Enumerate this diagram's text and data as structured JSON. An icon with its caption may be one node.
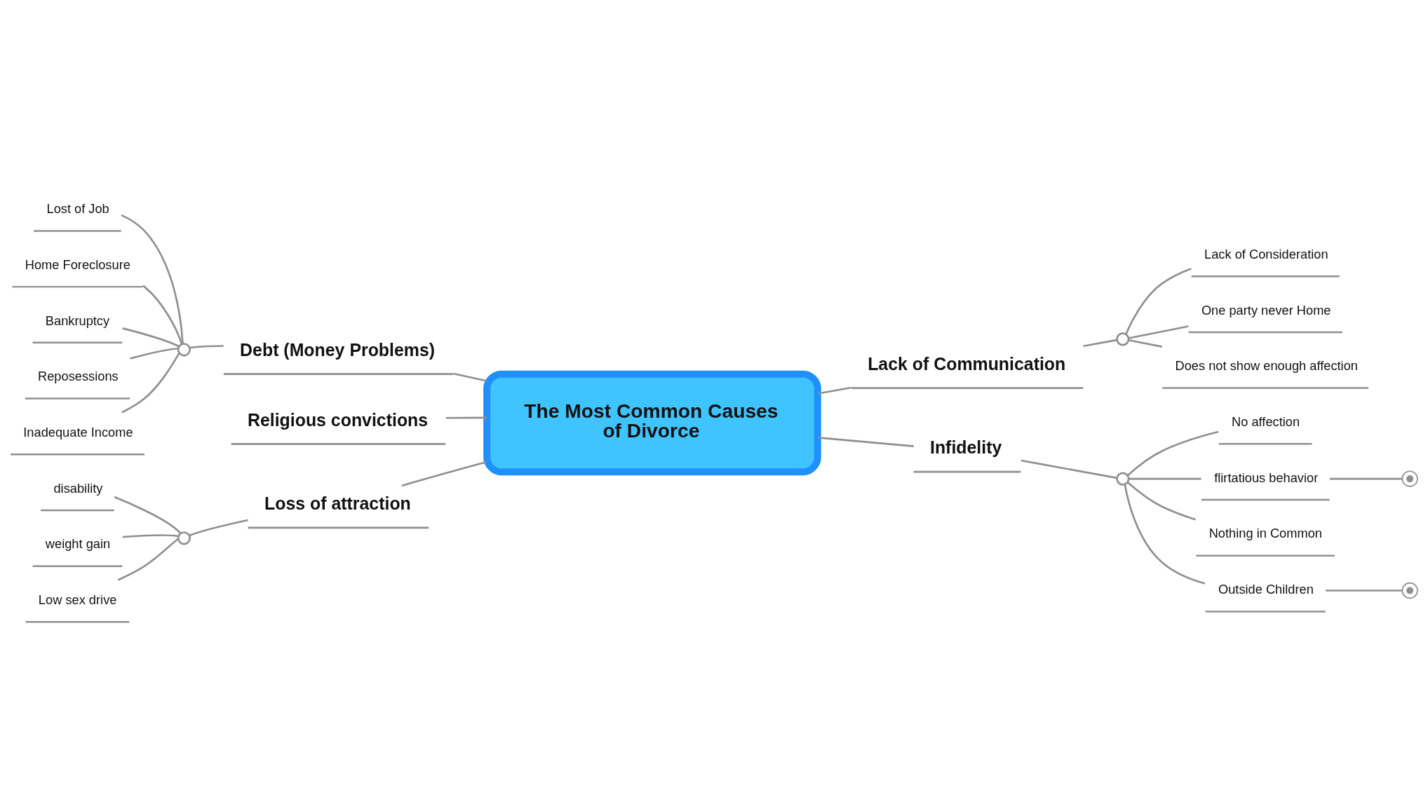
{
  "diagram": {
    "nodes": [
      {
        "text": [
          "The Most Common Causes of Divorce"
        ]
      },
      {
        "text": [
          "Debt (Money Problems)"
        ]
      },
      {
        "text": [],
        "shape": "circle"
      },
      {
        "text": [
          "Lost of Job"
        ]
      },
      {
        "text": [
          "Home Foreclosure"
        ]
      },
      {
        "text": [
          "Bankruptcy"
        ]
      },
      {
        "text": [
          "Reposessions"
        ]
      },
      {
        "text": [
          "Inadequate Income"
        ]
      },
      {
        "text": [
          "Lack of Communication"
        ]
      },
      {
        "text": [],
        "shape": "circle"
      },
      {
        "text": [
          "Lack of Consideration"
        ]
      },
      {
        "text": [
          "One party never Home"
        ]
      },
      {
        "text": [
          "Does not show enough affection"
        ]
      },
      {
        "text": [
          "Religious convictions"
        ]
      },
      {
        "text": [
          "Infidelity"
        ]
      },
      {
        "text": [],
        "shape": "circle"
      },
      {
        "text": [
          "No affection"
        ]
      },
      {
        "text": [
          "flirtatious behavior"
        ]
      },
      {
        "text": [],
        "shape": "circle"
      },
      {
        "text": [
          "Nothing in Common"
        ]
      },
      {
        "text": [
          "Outside Children"
        ]
      },
      {
        "text": [],
        "shape": "circle"
      },
      {
        "text": [
          "Loss of attraction"
        ]
      },
      {
        "text": [],
        "shape": "circle"
      },
      {
        "text": [
          "disability"
        ]
      },
      {
        "text": [
          "weight gain"
        ]
      },
      {
        "text": [
          "Low sex drive"
        ]
      }
    ],
    "edges": [
      {
        "from": 0,
        "to": 1,
        "arrow": "none"
      },
      {
        "from": 1,
        "to": 2,
        "arrow": "none"
      },
      {
        "from": 2,
        "to": 3,
        "arrow": "none"
      },
      {
        "from": 2,
        "to": 4,
        "arrow": "none"
      },
      {
        "from": 2,
        "to": 5,
        "arrow": "none"
      },
      {
        "from": 2,
        "to": 6,
        "arrow": "none"
      },
      {
        "from": 2,
        "to": 7,
        "arrow": "none"
      },
      {
        "from": 0,
        "to": 8,
        "arrow": "none"
      },
      {
        "from": 8,
        "to": 9,
        "arrow": "none"
      },
      {
        "from": 9,
        "to": 10,
        "arrow": "none"
      },
      {
        "from": 9,
        "to": 11,
        "arrow": "none"
      },
      {
        "from": 9,
        "to": 12,
        "arrow": "none"
      },
      {
        "from": 0,
        "to": 13,
        "arrow": "none"
      },
      {
        "from": 0,
        "to": 14,
        "arrow": "none"
      },
      {
        "from": 14,
        "to": 15,
        "arrow": "none"
      },
      {
        "from": 15,
        "to": 16,
        "arrow": "none"
      },
      {
        "from": 15,
        "to": 17,
        "arrow": "none"
      },
      {
        "from": 17,
        "to": 18,
        "arrow": "none"
      },
      {
        "from": 15,
        "to": 19,
        "arrow": "none"
      },
      {
        "from": 15,
        "to": 20,
        "arrow": "none"
      },
      {
        "from": 20,
        "to": 21,
        "arrow": "none"
      },
      {
        "from": 0,
        "to": 22,
        "arrow": "none"
      },
      {
        "from": 22,
        "to": 23,
        "arrow": "none"
      },
      {
        "from": 23,
        "to": 24,
        "arrow": "none"
      },
      {
        "from": 23,
        "to": 25,
        "arrow": "none"
      },
      {
        "from": 23,
        "to": 26,
        "arrow": "none"
      }
    ]
  }
}
